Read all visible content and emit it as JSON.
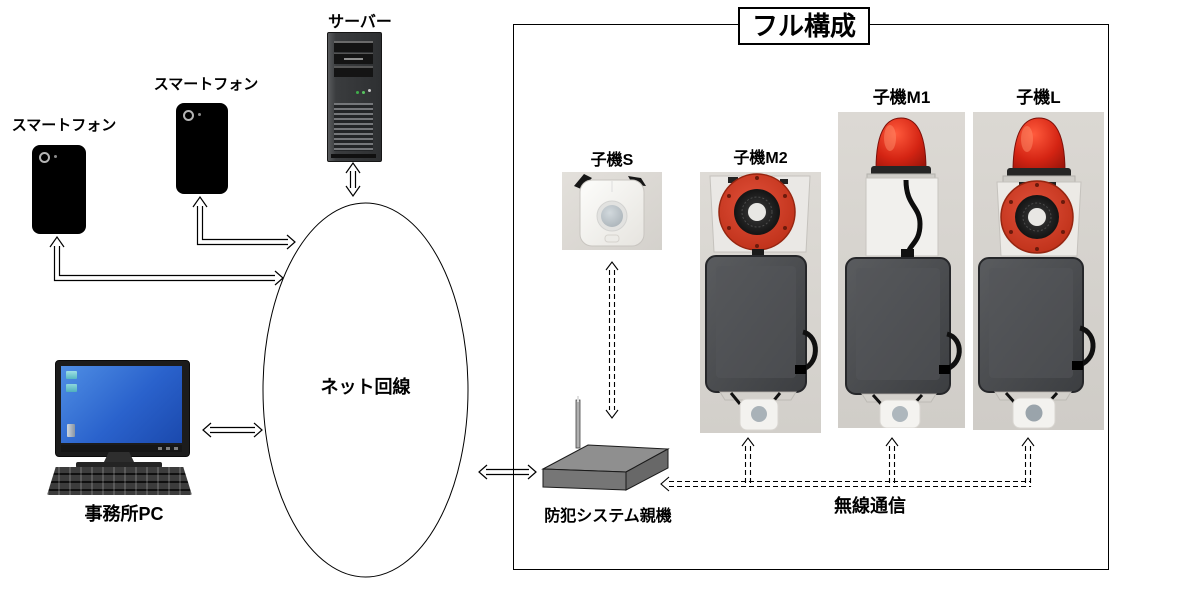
{
  "diagram": {
    "left": {
      "smartphone1": "スマートフォン",
      "smartphone2": "スマートフォン",
      "server": "サーバー",
      "office_pc": "事務所PC",
      "network": "ネット回線"
    },
    "box": {
      "title": "フル構成",
      "devices": [
        {
          "label": "子機S"
        },
        {
          "label": "子機M2"
        },
        {
          "label": "子機M1"
        },
        {
          "label": "子機L"
        }
      ],
      "parent_unit": "防犯システム親機",
      "wireless": "無線通信"
    },
    "connections": [
      {
        "from": "smartphone-1",
        "to": "network",
        "type": "solid-arrow"
      },
      {
        "from": "smartphone-2",
        "to": "network",
        "type": "solid-arrow"
      },
      {
        "from": "server",
        "to": "network",
        "type": "solid-double-arrow"
      },
      {
        "from": "office-pc",
        "to": "network",
        "type": "solid-double-arrow"
      },
      {
        "from": "network",
        "to": "parent-unit",
        "type": "solid-double-arrow"
      },
      {
        "from": "parent-unit",
        "to": "device-s",
        "type": "dashed-wireless"
      },
      {
        "from": "parent-unit",
        "to": "device-m2",
        "type": "dashed-wireless"
      },
      {
        "from": "parent-unit",
        "to": "device-m1",
        "type": "dashed-wireless"
      },
      {
        "from": "parent-unit",
        "to": "device-l",
        "type": "dashed-wireless"
      }
    ],
    "colors": {
      "beacon_red": "#cf3a21",
      "control_box_gray": "#4a4c4e",
      "screen_blue": "#2a62cc",
      "router_gray": "#8f8f8f",
      "photo_background": "#d8d5d0"
    }
  }
}
